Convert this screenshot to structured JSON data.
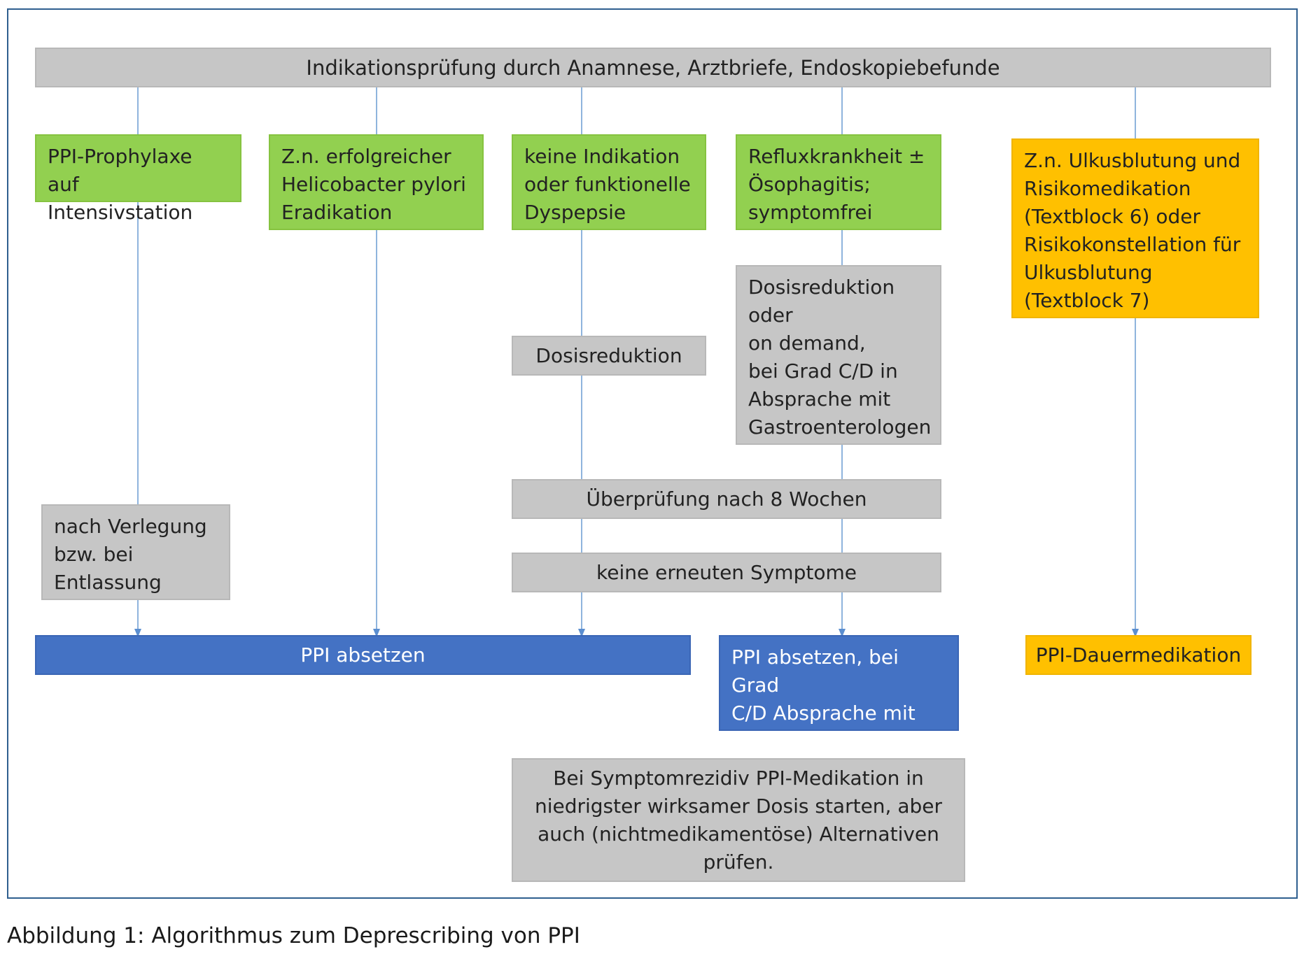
{
  "boxes": {
    "top": "Indikationsprüfung durch Anamnese, Arztbriefe, Endoskopiebefunde",
    "b1": "PPI-Prophylaxe auf\nIntensivstation",
    "b2": "Z.n. erfolgreicher\nHelicobacter pylori\nEradikation",
    "b3": "keine Indikation\noder funktionelle\nDyspepsie",
    "b4": "Refluxkrankheit ±\nÖsophagitis;\nsymptomfrei",
    "b5": "Z.n. Ulkusblutung und\nRisikomedikation\n(Textblock 6) oder\nRisikokonstellation für\nUlkusblutung\n(Textblock 7)",
    "dosis_center": "Dosisreduktion",
    "dosis_right": "Dosisreduktion\noder\non demand,\nbei Grad C/D in\nAbsprache mit\nGastroenterologen",
    "verlegung": "nach Verlegung\nbzw. bei\nEntlassung",
    "ueberpruefung": "Überprüfung nach 8 Wochen",
    "keine_symptome": "keine erneuten Symptome",
    "absetzen": "PPI absetzen",
    "absetzen_grad": "PPI absetzen, bei Grad\nC/D Absprache mit\nGastroenterologen",
    "dauer": "PPI-Dauermedikation",
    "rezidiv": "Bei Symptomrezidiv PPI-Medikation in\nniedrigster wirksamer Dosis starten, aber\nauch (nichtmedikamentöse) Alternativen\nprüfen."
  },
  "caption": "Abbildung 1: Algorithmus zum Deprescribing von PPI",
  "colors": {
    "green": "#92d050",
    "gray": "#c6c6c6",
    "orange": "#ffc000",
    "blue": "#4472c4",
    "line": "#8fb4dd",
    "frame": "#2f5f8f"
  }
}
